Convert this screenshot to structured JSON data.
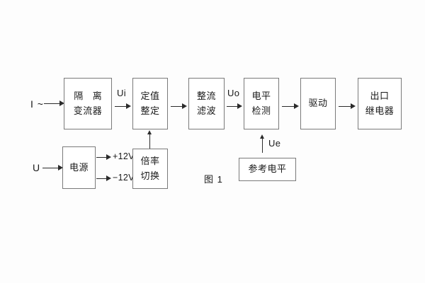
{
  "figure": {
    "caption": "图 1",
    "background": "#fdfdfd",
    "box_border_color": "#7a7a7a",
    "line_color": "#2b2b2b",
    "text_color": "#1a1a1a"
  },
  "inputs": {
    "current": "I ~",
    "voltage": "U"
  },
  "blocks": {
    "isolation_ct": {
      "line1": "隔 离",
      "line2": "变流器"
    },
    "setting": {
      "line1": "定值",
      "line2": "整定"
    },
    "rectify_filter": {
      "line1": "整流",
      "line2": "滤波"
    },
    "level_detect": {
      "line1": "电平",
      "line2": "检测"
    },
    "driver": {
      "line1": "驱动",
      "line2": ""
    },
    "output_relay": {
      "line1": "出口",
      "line2": "继电器"
    },
    "power_supply": {
      "line1": "电源",
      "line2": ""
    },
    "ratio_switch": {
      "line1": "倍率",
      "line2": "切换"
    },
    "reference_level": {
      "line1": "参考电平",
      "line2": ""
    }
  },
  "signals": {
    "ui": "Ui",
    "uo": "Uo",
    "ue": "Ue",
    "rail_positive": "+12V",
    "rail_negative": "−12V"
  }
}
